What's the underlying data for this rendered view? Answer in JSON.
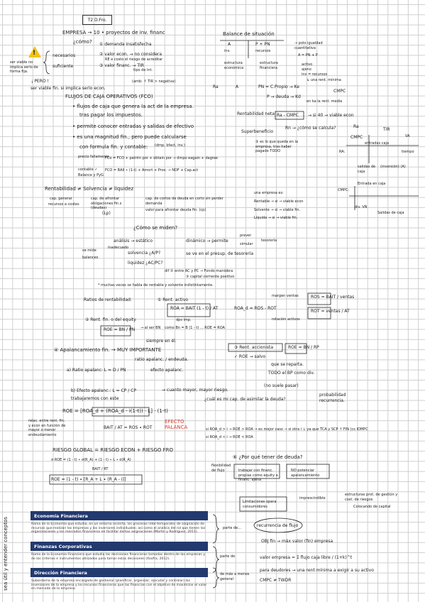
{
  "header": {
    "tag": "T2 D.Fro."
  },
  "left": {
    "empresa": "EMPRESA → 10 • proyectos de inv. financ",
    "como": "¿cómo?",
    "demanda": "① demanda insatisfecha",
    "necesarios": "necesarios",
    "valor_econ": "② valor econ. → no considera",
    "riesgo_cost": "RE e costo     el riesgo de acreditar",
    "valor_financ": "③ valor financ. → TIR",
    "suficiente": "suficiente",
    "tipo_int": "tipo de int.",
    "tipo_neg": "(amb: ↑ TIR > negativa)",
    "ser_viable": "ser viable no implica serlo de forma fija.",
    "pero": "¡ PERO !",
    "ser_viable2": "ser viable fin. si implica serlo econ.",
    "flujos_title": "FLUJOS DE CAJA OPERATIVOS (FCO)",
    "b1": "• flujos de caja que genera la act de la empresa.",
    "b1b": "tras pagar los impuestos.",
    "b2": "• permite conocer entradas y salidas de efectivo",
    "b3": "• es una magnitud fin., pero puede calcularse",
    "b3b": "con formula fin. y contable:",
    "dmp": "(dmp, bfact, inv.)",
    "precio": "precio fallamento",
    "f1": "FCo = FCO + patrim por + obtain por → dmpo eagain + dagree",
    "contable": "contable ✓",
    "balance": "Balance y PyG",
    "f2": "FCO = BAII ∙ (1-t) + Amort + Prov. → NOF + Cap.act",
    "rent_title": "Rentabilidad ≠ Solvencia ≠ liquidez",
    "cap_gen": "cap. generar",
    "rec": "recursos a costes",
    "cap_afrontar": "cap. de afrontar obligaciones fin.s (deudas)",
    "lp": "(Lp)",
    "cap_cortos": "cap. de cortos de deuda en corto sin perder demanda",
    "valor_poder": "valor para afrontar deuda fin. (cp)",
    "emp_rent": "una empresa es:",
    "rentable_si": "Rentable → si → viable econ",
    "solvente_si": "Solvente → si → viable fin.",
    "liquida_si": "Líquida → si → viable fin.",
    "como_miden": "¿Cómo se miden?",
    "analisis": "análisis → estático",
    "inadecuado": "inadecuado",
    "dinamico": "dinámico → permite",
    "prever": "prever",
    "simular": "simular",
    "tesoreria": "tesorería",
    "se_mide": "se mide",
    "balances": "balances",
    "solvencia_q": "solvencia ¿A/P?",
    "liquidez_q": "liquidez ¿AC/PC?",
    "riesgo": "se ve en el presup. de tesorería",
    "dif_entre": "dif ② entre AC y PC → Fondo maniobra",
    "fondo": "③ capital corriente positivo",
    "nota_rent": "* muchas veces se habla de rentable y solvente indistintamente.",
    "ratios": "Ratios de rentabilidad:",
    "rent_activo": "① Rent. activo",
    "roa": "ROA = BAIT (1 - t) / AT",
    "roa_d": "ROA_d = RDS - ROT",
    "dps": "dps imp.",
    "rent_eq": "② Rent. fin. o del equity",
    "roe": "ROE = BN / PN",
    "al_ser": "→ al ser BN",
    "siempre": "siempre en él.",
    "roe_note": "como Bn = B (1 - t) ... ROE = ROA",
    "margen": "margen ventas",
    "rotacion": "rotación activos",
    "ros": "ROS = BAIT / ventas",
    "rot": "ROT = ventas / AT",
    "apal_title": "④ Apalancamiento fin. → MUY IMPORTANTE",
    "ratio_apal": "ratio apalanc. / endeuda.",
    "efecto_apal": "efecto apalanc.",
    "ratio_apal2": "a) Ratio apalanc: L = D / PN",
    "efecto_b": "b) Efecto apalanc.: L = CP / CP",
    "trabajamos": "trabajaremos con este",
    "cuanto": "→ cuanto mayor, mayor riesgo.",
    "cual": "¿cuál es mi cap. de asimilar la deuda?",
    "prob": "probabilidad recurrencia.",
    "rent_acc": "③ Rent. accionista",
    "roe_acc": "ROE = BN / RP",
    "roe_salvo": "✓ ROE → salvo",
    "que_se": "que se reparta.",
    "todo": "TODO el BP como div.",
    "no_suele": "(no suele pasar)",
    "formula_roe": "ROE = [ROA_d + (ROA_d - i(1-t)) · L] · (1-t)",
    "efecto_palanca": "EFECTO PALANCA",
    "relac": "relac. entre rent. fin. y econ en función de mayor o menor endeudamiento",
    "bait_at": "BAIT / AT = ROS ∙ ROT",
    "si1": "si ROA_d > i → ROE > ROA → es mejor caso → si otra i ↓ ya que TCA y SCP ↑ FIN (cs IOMPC",
    "si2": "si ROA_d < i → ROE < ROA",
    "riesgo_global": "RIESGO GLOBAL = RIESGO ECON + RIESGO FRO",
    "sigma_roe": "σ ROE = (1 - t) ∙ σ(R_A) + (1 - t) ∙ L ∙ σ(R_A)",
    "bait_rt": "BAIT / RT",
    "roe2": "ROE = (1 - t) ∙ [R_A + L ∙ (R_A - i)]",
    "tener_deuda": "⑥ ¿Por qué tener de deuda?",
    "flexibilidad": "flexibilidad de flujo",
    "trabajar": "trabajar con financ. propias como equity a financ. ajena",
    "no_potencial": "NO potenciar apalancamiento",
    "impresc": "imprescindible",
    "estructuras": "estructuras prot. de gestión y cost. de riesgos",
    "colocando": "Colocando de capital",
    "limitaciones": "Limitaciones opera consumidores",
    "recurrencia": "recurrencia de flujo",
    "obj": "OBJ fin → máx valor (fin) empresa",
    "valor_empresa": "valor empresa = Σ flujo caja libre / (1+k)^t",
    "para_deudores": "para deudores → una rent mínima a exigir a su activo",
    "cmpc": "CMPC ≠ TWDR",
    "parte_de1": "parte de...",
    "parte_de2": "parte de",
    "de_mas": "de más a menos general"
  },
  "right": {
    "balance_title": "Balance de situación",
    "a": "A",
    "p_pn": "P + PN",
    "inv": "inv.",
    "recursos": "recursos",
    "polo": "→ polo igualdad cuantitativa",
    "apn": "A = PN + P",
    "estructura_econ": "estructura económica",
    "estructura_fin": "estructura financiera",
    "activo_rep": "activo ajeno",
    "inv_recursos": "inv = recursos",
    "rent_min": "↳ una rent. mínima",
    "ra": "Ra",
    "ka": "A",
    "pn_kcp": "PN = C.Propio → Ke",
    "p_kd": "P → deuda → Kd",
    "cmpc": "CMPC",
    "en_ka": "en ka la rent. media",
    "rent_neta": "Rentabilidad neta",
    "rent_formula": "Ra - CMPC",
    "sup": "→ si 40 → viable econ",
    "superbeneficio": "Superbeneficio",
    "rn": "Rn → ¿cómo se calcula?",
    "ra2": "Ra",
    "tir": "TIR",
    "cmpc2": "CMPC",
    "va": "VA",
    "caja_cap": "③ es lo que queda en la empresa, tras haber pagado TODO",
    "entradas": "entradas caja",
    "tiempo": "tiempo",
    "salidas": "salidas de caja",
    "inversion": "(inversión) (A)",
    "ra3": "RA:",
    "cmpc3": "CMPC:",
    "entrada_caja2": "Entrada en caja",
    "div_vn": "div. VN",
    "salidas2": "Salidas de caja"
  },
  "banners": [
    {
      "title": "Economía Financiera",
      "desc": "Rama de la Economía que estudia, en un entorno incierto, los procesos inter-temporales de asignación de recursos que realizan las empresas y los inversores individuales; así como el análisis del rol que tienen las organizaciones y los mercados financieros en facilitar dichas asignaciones (Martín y Rodríguez, 2011)."
    },
    {
      "title": "Finanzas Corporativas",
      "desc": "Rama de la Economía Financiera que estudia las decisiones financieras tomadas dentro de las empresas y de los criterios e instrumentos utilizados para tomar estas decisiones (Azofra, 2012)."
    },
    {
      "title": "Dirección Financiera",
      "desc": "Subsistema de la empresa encargado de gestionar (planificar, organizar, ejecutar y controlar) las inversiones de la empresa y los recursos financieros que las financian con el objetivo de maximizar el valor en mercado de la empresa."
    }
  ],
  "side_text": "sea útil y entender conceptos",
  "colors": {
    "banner": "#233a6f",
    "warning": "#f2c318",
    "accent_red": "#e03a2a",
    "grid": "#cfcfcf"
  }
}
